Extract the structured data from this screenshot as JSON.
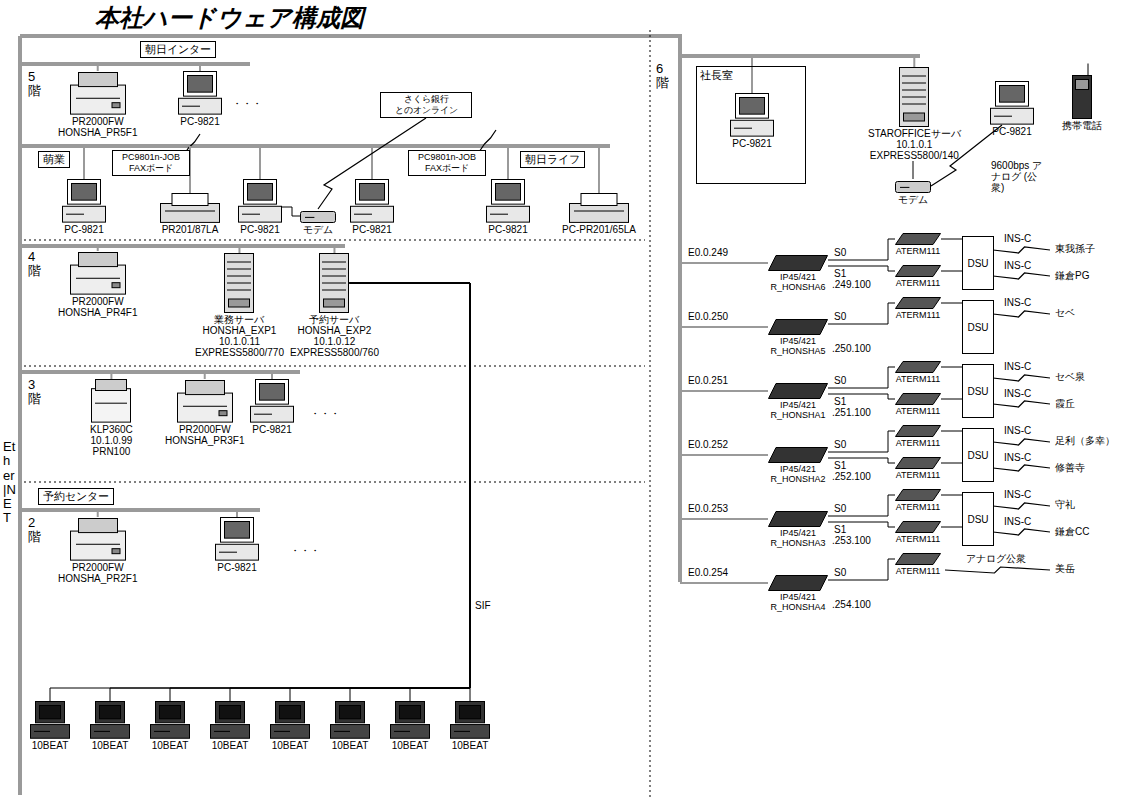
{
  "diagram": {
    "title": "本社ハードウェア構成図",
    "nodes": [
      {
        "text": [
          "朝日インター"
        ]
      },
      {
        "text": [
          "PR2000FW",
          "HONSHA_PR5F1"
        ]
      },
      {
        "text": [
          "PC-9821"
        ]
      },
      {
        "text": [
          "萌業"
        ]
      },
      {
        "text": [
          "朝日ライフ"
        ]
      },
      {
        "text": [
          "PC9801n-JOB FAXボード"
        ]
      },
      {
        "text": [
          "PC-9821"
        ]
      },
      {
        "text": [
          "PR201/87LA"
        ]
      },
      {
        "text": [
          "PC-9821"
        ]
      },
      {
        "text": [
          "モデム"
        ]
      },
      {
        "text": [
          "さくら銀行 とのオンライン"
        ]
      },
      {
        "text": [
          "PC9801n-JOB FAXボード"
        ]
      },
      {
        "text": [
          "PC-9821"
        ]
      },
      {
        "text": [
          "PC-9821"
        ]
      },
      {
        "text": [
          "PC-PR201/65LA"
        ]
      },
      {
        "text": [
          "PR2000FW",
          "HONSHA_PR4F1"
        ]
      },
      {
        "text": [
          "業務サーバ",
          "HONSHA_EXP1",
          "10.1.0.11",
          "EXPRESS5800/770"
        ]
      },
      {
        "text": [
          "予約サーバ",
          "HONSHA_EXP2",
          "10.1.0.12",
          "EXPRESS5800/760"
        ]
      },
      {
        "text": [
          "KLP360C",
          "10.1.0.99",
          "PRN100"
        ]
      },
      {
        "text": [
          "PR2000FW",
          "HONSHA_PR3F1"
        ]
      },
      {
        "text": [
          "PC-9821"
        ]
      },
      {
        "text": [
          "予約センター"
        ]
      },
      {
        "text": [
          "PR2000FW",
          "HONSHA_PR2F1"
        ]
      },
      {
        "text": [
          "PC-9821"
        ]
      },
      {
        "text": [
          "10BEAT"
        ]
      },
      {
        "text": [
          "10BEAT"
        ]
      },
      {
        "text": [
          "10BEAT"
        ]
      },
      {
        "text": [
          "10BEAT"
        ]
      },
      {
        "text": [
          "10BEAT"
        ]
      },
      {
        "text": [
          "10BEAT"
        ]
      },
      {
        "text": [
          "10BEAT"
        ]
      },
      {
        "text": [
          "10BEAT"
        ]
      },
      {
        "text": [
          "社長室"
        ]
      },
      {
        "text": [
          "PC-9821"
        ],
        "in": 32
      },
      {
        "text": [
          "STAROFFICEサーバ",
          "10.1.0.1",
          "EXPRESS5800/140"
        ]
      },
      {
        "text": [
          "モデム"
        ]
      },
      {
        "text": [
          "PC-9821"
        ]
      },
      {
        "text": [
          "携帯電話"
        ]
      },
      {
        "text": [
          "IP45/421",
          "R_HONSHA6"
        ]
      },
      {
        "text": [
          "ATERM111"
        ]
      },
      {
        "text": [
          "ATERM111"
        ]
      },
      {
        "text": [
          "DSU"
        ]
      },
      {
        "text": [
          "IP45/421",
          "R_HONSHA5"
        ]
      },
      {
        "text": [
          "ATERM111"
        ]
      },
      {
        "text": [
          "DSU"
        ]
      },
      {
        "text": [
          "IP45/421",
          "R_HONSHA1"
        ]
      },
      {
        "text": [
          "ATERM111"
        ]
      },
      {
        "text": [
          "ATERM111"
        ]
      },
      {
        "text": [
          "DSU"
        ]
      },
      {
        "text": [
          "IP45/421",
          "R_HONSHA2"
        ]
      },
      {
        "text": [
          "ATERM111"
        ]
      },
      {
        "text": [
          "ATERM111"
        ]
      },
      {
        "text": [
          "DSU"
        ]
      },
      {
        "text": [
          "IP45/421",
          "R_HONSHA3"
        ]
      },
      {
        "text": [
          "ATERM111"
        ]
      },
      {
        "text": [
          "ATERM111"
        ]
      },
      {
        "text": [
          "DSU"
        ]
      },
      {
        "text": [
          "IP45/421",
          "R_HONSHA4"
        ]
      },
      {
        "text": [
          "ATERM111"
        ]
      }
    ],
    "edges": [
      {
        "from": 8,
        "to": 9,
        "arrow": "none"
      },
      {
        "from": 9,
        "to": 10,
        "arrow": "none"
      },
      {
        "from": 17,
        "to": 24,
        "arrow": "none"
      },
      {
        "from": 17,
        "to": 25,
        "arrow": "none"
      },
      {
        "from": 17,
        "to": 26,
        "arrow": "none"
      },
      {
        "from": 17,
        "to": 27,
        "arrow": "none"
      },
      {
        "from": 17,
        "to": 28,
        "arrow": "none"
      },
      {
        "from": 17,
        "to": 29,
        "arrow": "none"
      },
      {
        "from": 17,
        "to": 30,
        "arrow": "none"
      },
      {
        "from": 17,
        "to": 31,
        "arrow": "none",
        "label": "SIF"
      },
      {
        "from": 34,
        "to": 35,
        "arrow": "none"
      },
      {
        "from": 35,
        "to": 36,
        "arrow": "none",
        "label": "9600bps アナログ (公衆)"
      },
      {
        "from": 38,
        "to": 39,
        "arrow": "none",
        "label": "S0"
      },
      {
        "from": 38,
        "to": 40,
        "arrow": "none",
        "label": "S1"
      },
      {
        "from": 39,
        "to": 41,
        "arrow": "none"
      },
      {
        "from": 40,
        "to": 41,
        "arrow": "none"
      },
      {
        "from": 42,
        "to": 43,
        "arrow": "none",
        "label": "S0"
      },
      {
        "from": 43,
        "to": 44,
        "arrow": "none"
      },
      {
        "from": 45,
        "to": 46,
        "arrow": "none",
        "label": "S0"
      },
      {
        "from": 45,
        "to": 47,
        "arrow": "none",
        "label": "S1"
      },
      {
        "from": 46,
        "to": 48,
        "arrow": "none"
      },
      {
        "from": 47,
        "to": 48,
        "arrow": "none"
      },
      {
        "from": 49,
        "to": 50,
        "arrow": "none",
        "label": "S0"
      },
      {
        "from": 49,
        "to": 51,
        "arrow": "none",
        "label": "S1"
      },
      {
        "from": 50,
        "to": 52,
        "arrow": "none"
      },
      {
        "from": 51,
        "to": 52,
        "arrow": "none"
      },
      {
        "from": 53,
        "to": 54,
        "arrow": "none",
        "label": "S0"
      },
      {
        "from": 53,
        "to": 55,
        "arrow": "none",
        "label": "S1"
      },
      {
        "from": 54,
        "to": 56,
        "arrow": "none"
      },
      {
        "from": 55,
        "to": 56,
        "arrow": "none"
      },
      {
        "from": 57,
        "to": 58,
        "arrow": "none",
        "label": "S0"
      }
    ],
    "labels": [
      "5階",
      "・・・",
      "4階",
      "3階",
      "・・・",
      "2階",
      "・・・",
      "6階",
      "Ether|NET",
      "E0.0.249",
      ".249.100",
      "INS-C",
      "東我孫子",
      "INS-C",
      "鎌倉PG",
      "E0.0.250",
      ".250.100",
      "INS-C",
      "セベ",
      "E0.0.251",
      ".251.100",
      "INS-C",
      "セベ泉",
      "INS-C",
      "霞丘",
      "E0.0.252",
      ".252.100",
      "INS-C",
      "足利（多幸）",
      "INS-C",
      "修善寺",
      "E0.0.253",
      ".253.100",
      "INS-C",
      "守礼",
      "INS-C",
      "鎌倉CC",
      "E0.0.254",
      ".254.100",
      "アナログ公衆",
      "美岳"
    ]
  }
}
